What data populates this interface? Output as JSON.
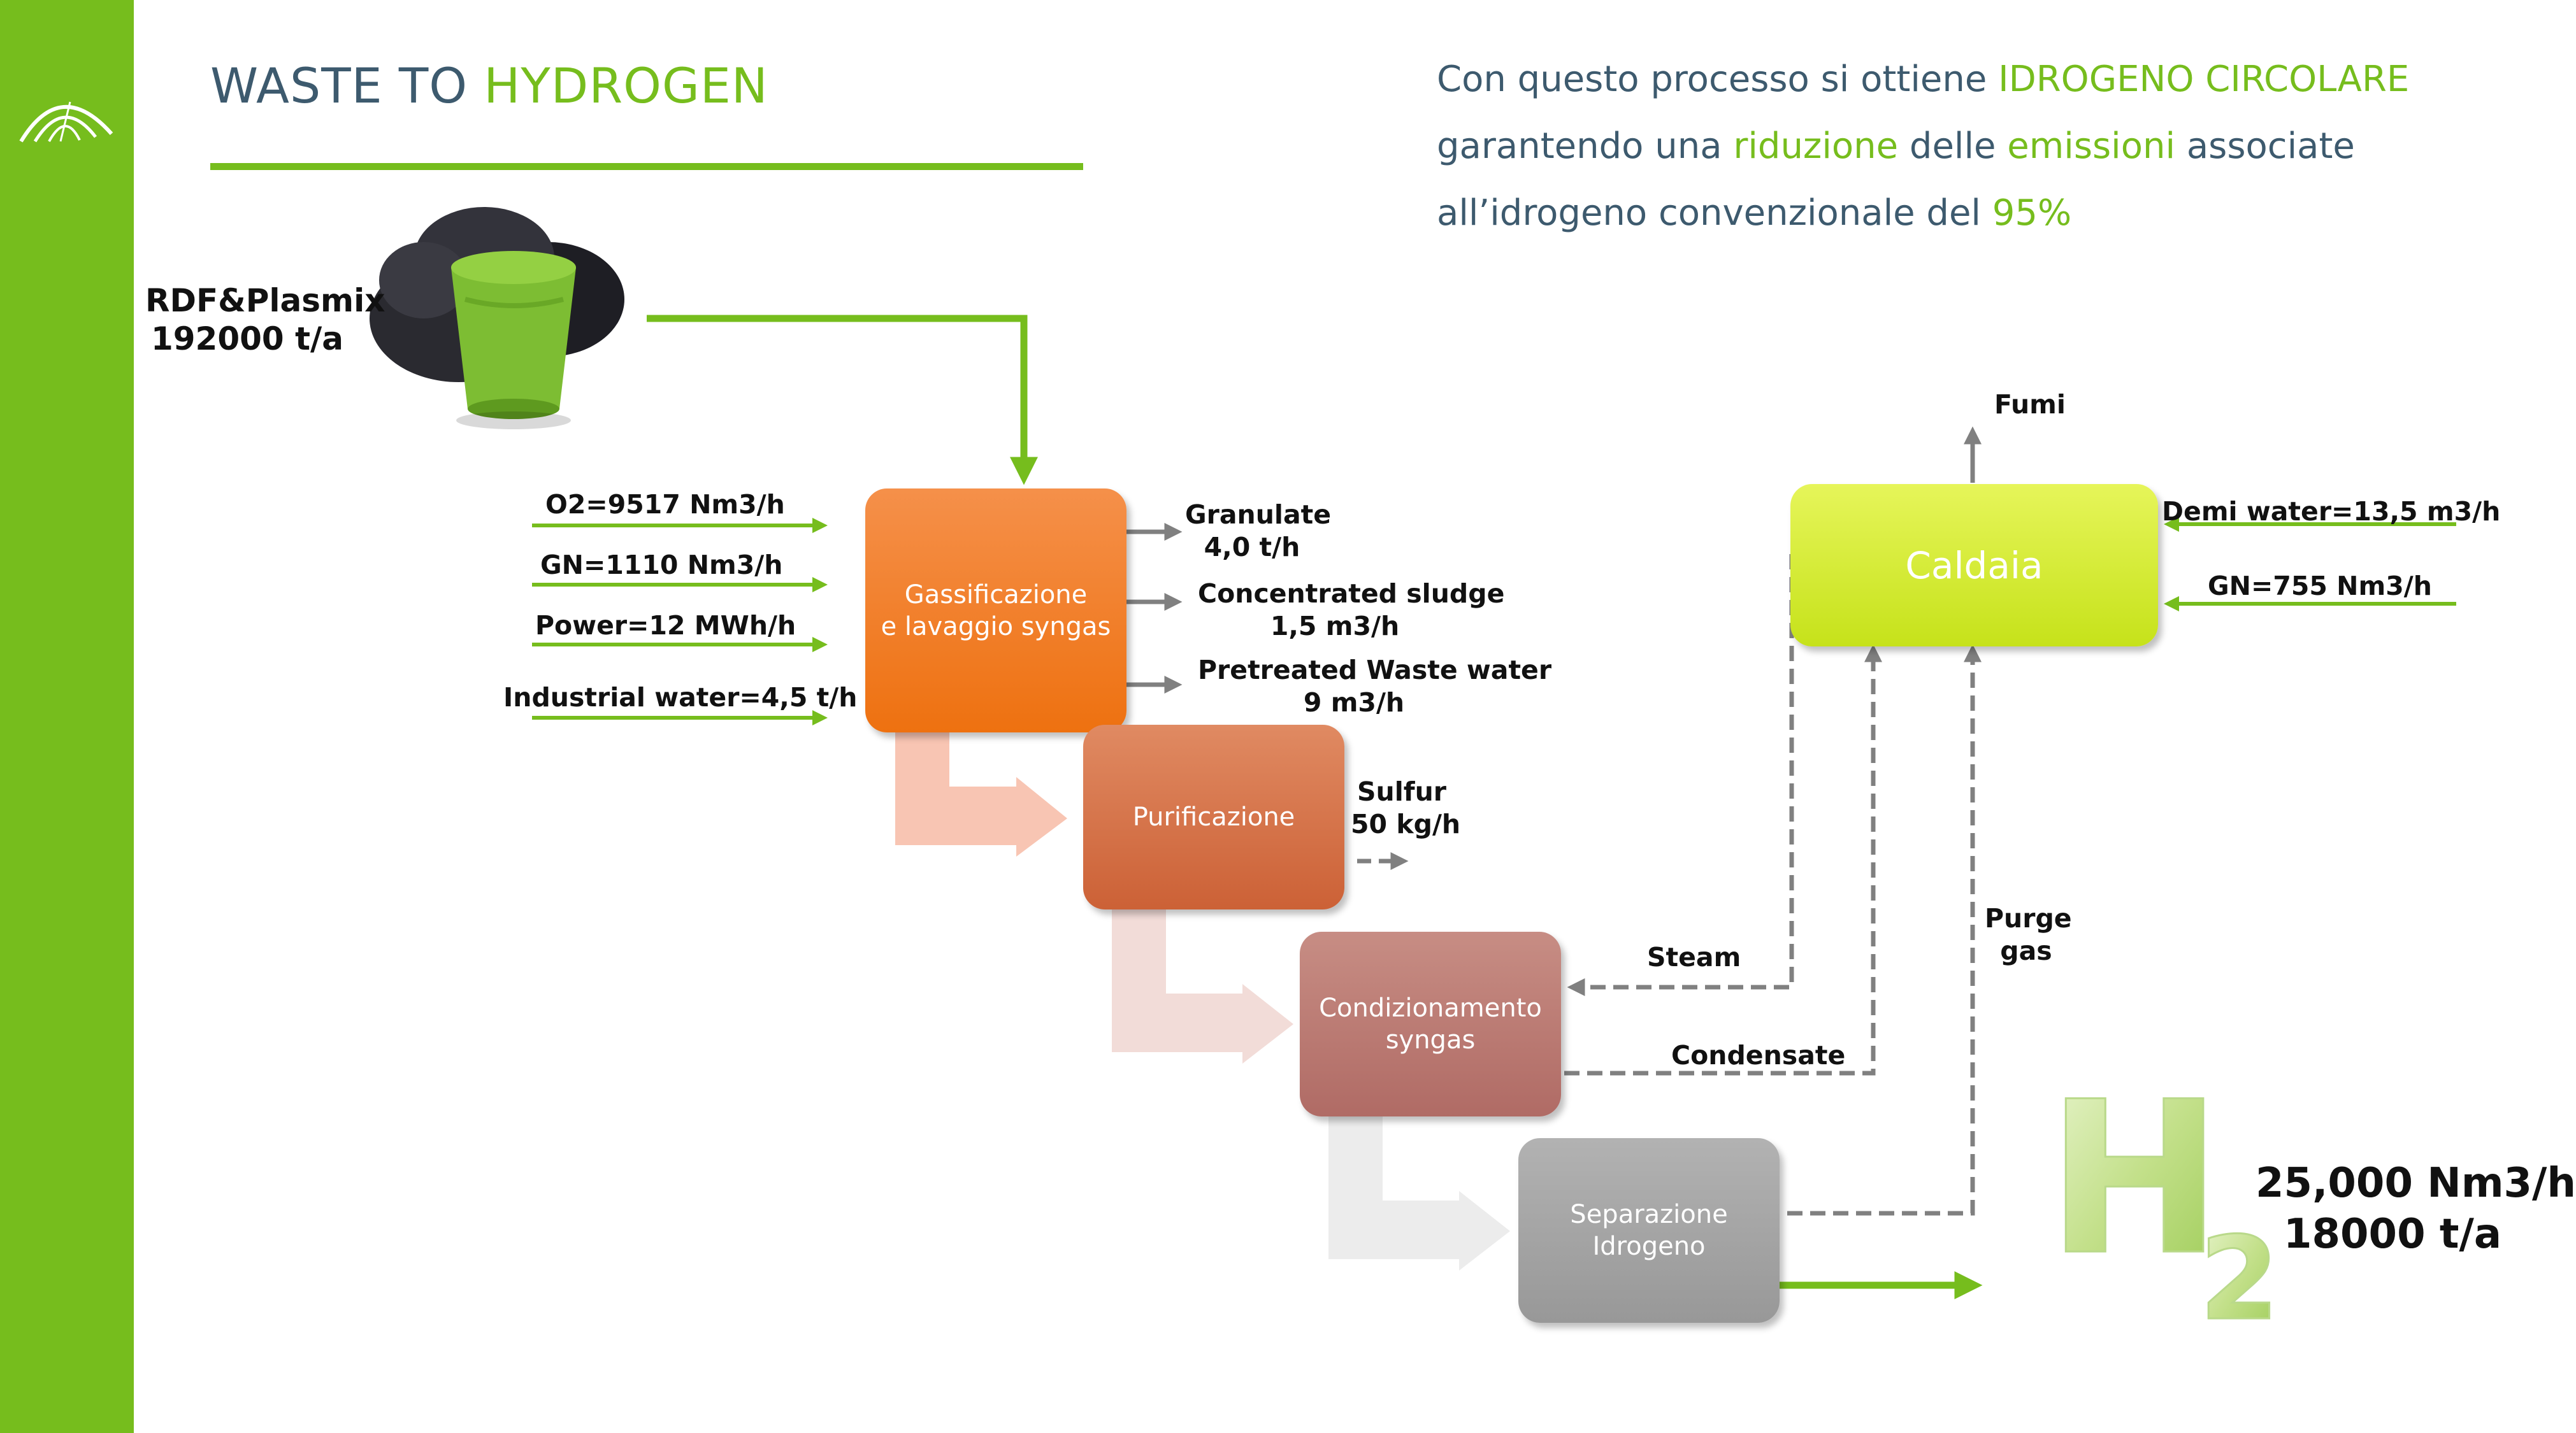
{
  "header": {
    "title_part1": "WASTE TO ",
    "title_part2": "HYDROGEN"
  },
  "tagline": {
    "line1_a": "Con questo processo si ottiene ",
    "line1_b": "IDROGENO CIRCOLARE",
    "line2_a": "garantendo una ",
    "line2_b": "riduzione",
    "line2_c": " delle ",
    "line2_d": "emissioni",
    "line2_e": " associate",
    "line3_a": "all’idrogeno convenzionale del ",
    "line3_b": "95%"
  },
  "feed": {
    "name": "RDF&Plasmix",
    "amount": "192000 t/a",
    "icon": "waste-bin-icon"
  },
  "inputs": [
    {
      "label": "O2=9517 Nm3/h"
    },
    {
      "label": "GN=1110 Nm3/h"
    },
    {
      "label": "Power=12 MWh/h"
    },
    {
      "label": "Industrial water=4,5 t/h"
    }
  ],
  "stages": [
    {
      "line1": "Gassificazione",
      "line2": "e lavaggio syngas",
      "color": "#ee7110"
    },
    {
      "line1": "Purificazione",
      "line2": "",
      "color": "#cc6136"
    },
    {
      "line1": "Condizionamento",
      "line2": "syngas",
      "color": "#b06b65"
    },
    {
      "line1": "Separazione",
      "line2": "Idrogeno",
      "color": "#989898"
    }
  ],
  "outputs": [
    {
      "line1": "Granulate",
      "line2": "4,0 t/h"
    },
    {
      "line1": "Concentrated sludge",
      "line2": "1,5 m3/h"
    },
    {
      "line1": "Pretreated Waste water",
      "line2": "9 m3/h"
    }
  ],
  "sulfur": {
    "line1": "Sulfur",
    "line2": "50 kg/h"
  },
  "boiler": {
    "label": "Caldaia",
    "color": "#c6e21a",
    "exhaust": "Fumi",
    "inputs": [
      {
        "label": "Demi water=13,5 m3/h"
      },
      {
        "label": "GN=755 Nm3/h"
      }
    ]
  },
  "streams": {
    "steam": "Steam",
    "condensate": "Condensate",
    "purge_line1": "Purge",
    "purge_line2": "gas"
  },
  "product": {
    "symbol": "H",
    "subscript": "2",
    "flow": "25,000 Nm3/h",
    "annual": "18000 t/a"
  },
  "colors": {
    "accent": "#76bd1d",
    "heading": "#3d5a6e",
    "flow_gray": "#808080"
  }
}
